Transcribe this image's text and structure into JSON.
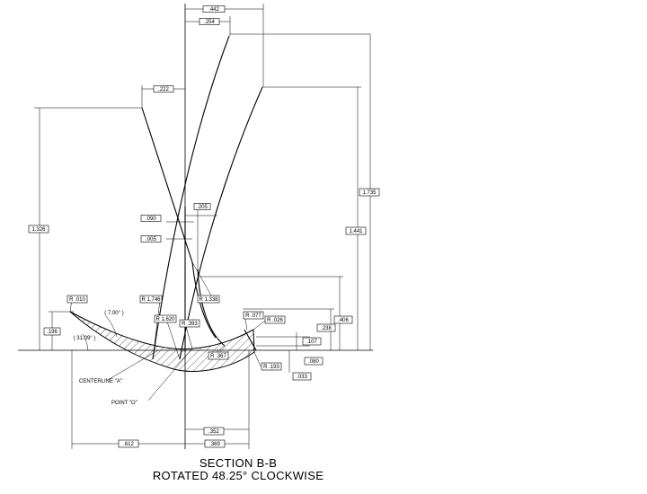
{
  "dimensions": [
    ".442",
    ".254",
    ".222",
    "1.735",
    "1.326",
    ".205",
    ".090",
    ".005",
    "1.441",
    "R 1.746",
    "R 1.338",
    ".406",
    "R .010",
    "R 1.620",
    "R .393",
    "R .077",
    "R .026",
    ".238",
    ".196",
    ".107",
    "R .367",
    "R .193",
    ".080",
    ".033",
    ".352",
    ".612",
    ".369"
  ],
  "angles": [
    "( 7.00° )",
    "( 31.09° )"
  ],
  "notes": [
    "CENTERLINE \"A\"",
    "POINT \"O\""
  ],
  "title": {
    "line1": "SECTION B-B",
    "line2": "ROTATED 48.25° CLOCKWISE"
  }
}
